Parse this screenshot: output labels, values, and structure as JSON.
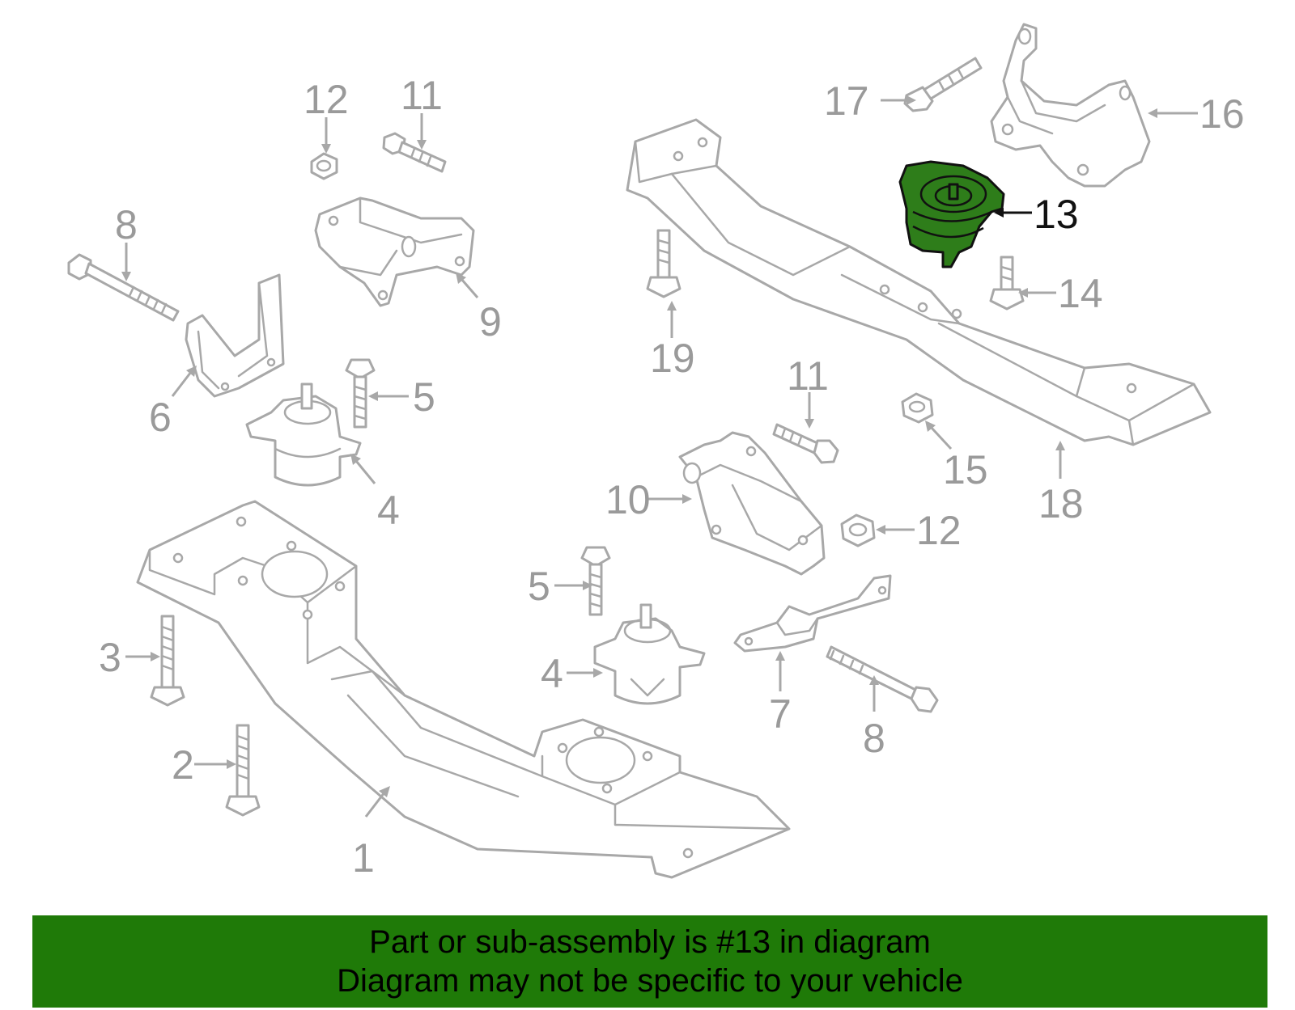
{
  "colors": {
    "line_art": "#a8a8a8",
    "callout_text": "#9a9a9a",
    "highlight_fill": "#2e7d1a",
    "banner_background": "#1f7a08"
  },
  "callouts": {
    "c1": "1",
    "c2": "2",
    "c3": "3",
    "c4a": "4",
    "c4b": "4",
    "c5a": "5",
    "c5b": "5",
    "c6": "6",
    "c7": "7",
    "c8a": "8",
    "c8b": "8",
    "c9": "9",
    "c10": "10",
    "c11a": "11",
    "c11b": "11",
    "c12a": "12",
    "c12b": "12",
    "c13": "13",
    "c14": "14",
    "c15": "15",
    "c16": "16",
    "c17": "17",
    "c18": "18",
    "c19": "19"
  },
  "banner": {
    "line1": "Part or sub-assembly is #13 in diagram",
    "line2": "Diagram may not be specific to your vehicle"
  }
}
